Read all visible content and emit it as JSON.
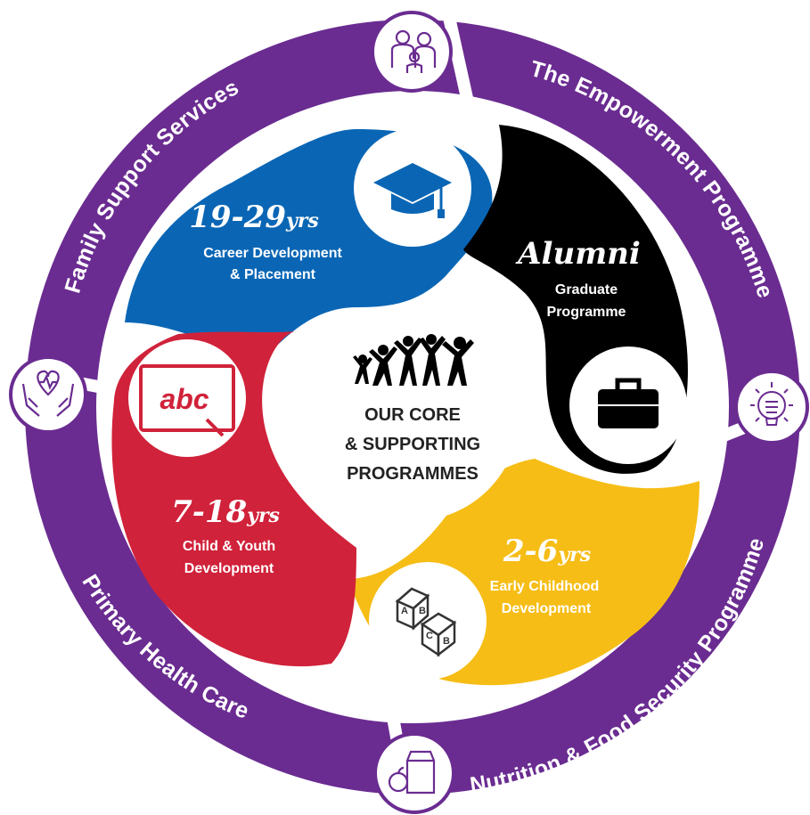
{
  "center": {
    "lines": [
      "OUR CORE",
      "& SUPPORTING",
      "PROGRAMMES"
    ]
  },
  "core_programmes": [
    {
      "age": "19-29",
      "unit": "yrs",
      "lines": [
        "Career Development",
        "& Placement"
      ],
      "color": "#0a66b5",
      "icon": "graduation-cap-icon"
    },
    {
      "age": "Alumni",
      "unit": "",
      "lines": [
        "Graduate",
        "Programme"
      ],
      "color": "#000000",
      "icon": "briefcase-icon"
    },
    {
      "age": "2-6",
      "unit": "yrs",
      "lines": [
        "Early Childhood",
        "Development"
      ],
      "color": "#f6bd16",
      "icon": "abc-blocks-icon"
    },
    {
      "age": "7-18",
      "unit": "yrs",
      "lines": [
        "Child & Youth",
        "Development"
      ],
      "color": "#d0223a",
      "icon": "abc-board-icon"
    }
  ],
  "supporting_programmes": [
    {
      "label": "Family Support Services",
      "icon": "family-icon"
    },
    {
      "label": "The Empowerment Programme",
      "icon": "empowerment-fist-icon"
    },
    {
      "label": "Nutrition & Food Security Programme",
      "icon": "nutrition-food-icon"
    },
    {
      "label": "Primary Health Care",
      "icon": "health-care-hands-icon"
    }
  ],
  "colors": {
    "ring": "#6a2c91",
    "blue": "#0a66b5",
    "black": "#000000",
    "yellow": "#f6bd16",
    "red": "#d0223a"
  }
}
